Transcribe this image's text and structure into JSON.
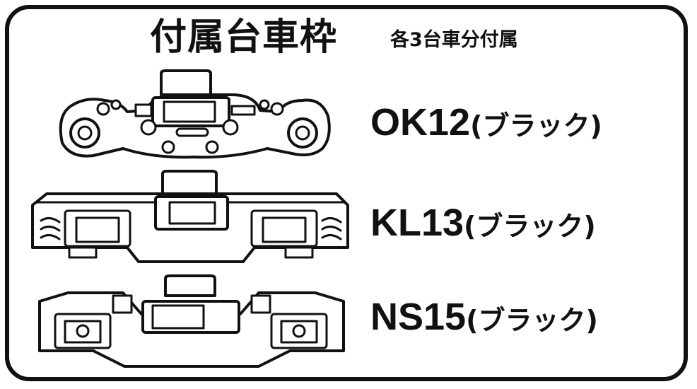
{
  "title": "付属台車枠",
  "subtitle": "各3台車分付属",
  "items": [
    {
      "code": "OK12",
      "color_note": "(ブラック)",
      "drawing": "ok12-bogie-icon"
    },
    {
      "code": "KL13",
      "color_note": "(ブラック)",
      "drawing": "kl13-bogie-icon"
    },
    {
      "code": "NS15",
      "color_note": "(ブラック)",
      "drawing": "ns15-bogie-icon"
    }
  ],
  "colors": {
    "ink": "#111111",
    "background": "#ffffff"
  }
}
